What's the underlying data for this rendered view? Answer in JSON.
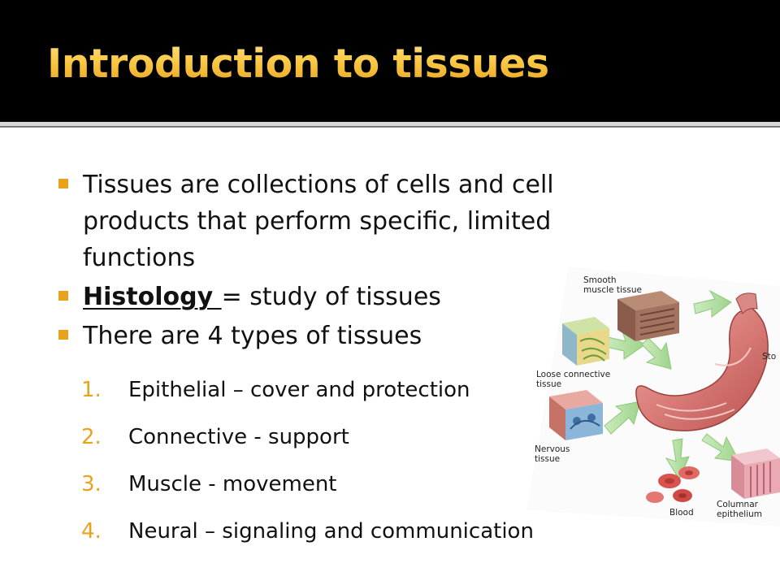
{
  "slide": {
    "title": "Introduction to tissues"
  },
  "bullets": [
    {
      "text": "Tissues are collections of cells and cell products that perform specific, limited functions"
    },
    {
      "term": "Histology ",
      "rest": "= study of tissues"
    },
    {
      "text": "There are 4 types of tissues"
    }
  ],
  "types": [
    {
      "number": "1.",
      "text": "Epithelial – cover and protection"
    },
    {
      "number": "2.",
      "text": "Connective - support"
    },
    {
      "number": "3.",
      "text": "Muscle - movement"
    },
    {
      "number": "4.",
      "text": "Neural – signaling and communication"
    }
  ],
  "diagram": {
    "labels": {
      "smooth_muscle_1": "Smooth",
      "smooth_muscle_2": "muscle tissue",
      "loose_connective_1": "Loose connective",
      "loose_connective_2": "tissue",
      "nervous_1": "Nervous",
      "nervous_2": "tissue",
      "blood": "Blood",
      "columnar_1": "Columnar",
      "columnar_2": "epithelium",
      "stomach": "Sto"
    }
  },
  "colors": {
    "title_top": "#FFE082",
    "title_bottom": "#E8A21E",
    "accent": "#E8A21E",
    "background_header": "#000000",
    "background_body": "#FFFFFF"
  }
}
